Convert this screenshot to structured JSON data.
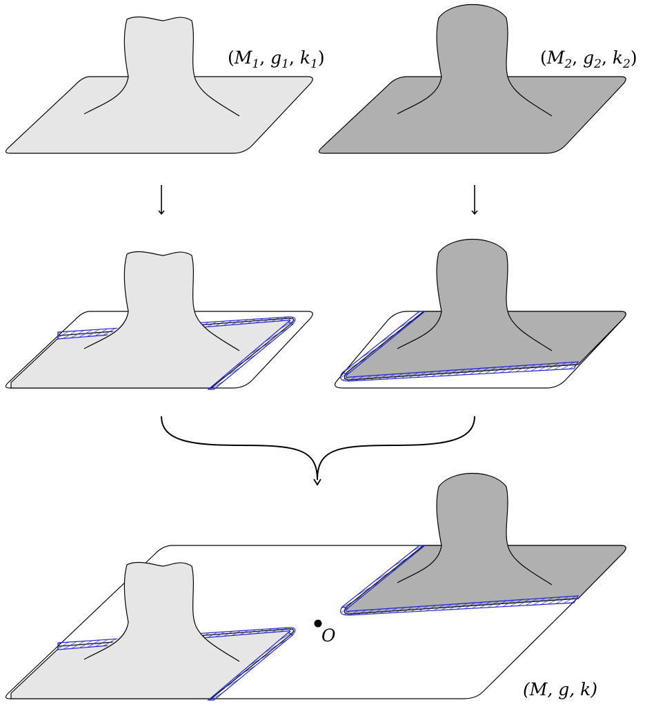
{
  "labels": {
    "top_left": {
      "base": "M",
      "sub1": "1",
      "g": "g",
      "sub2": "1",
      "k": "k",
      "sub3": "1"
    },
    "top_right": {
      "base": "M",
      "sub1": "2",
      "g": "g",
      "sub2": "2",
      "k": "k",
      "sub3": "2"
    },
    "bottom": "(M, g, k)",
    "origin": "O"
  },
  "colors": {
    "light_fill": "#e6e6e6",
    "dark_fill": "#b0b0b0",
    "outline": "#000000",
    "seam": "#1f24d6"
  }
}
